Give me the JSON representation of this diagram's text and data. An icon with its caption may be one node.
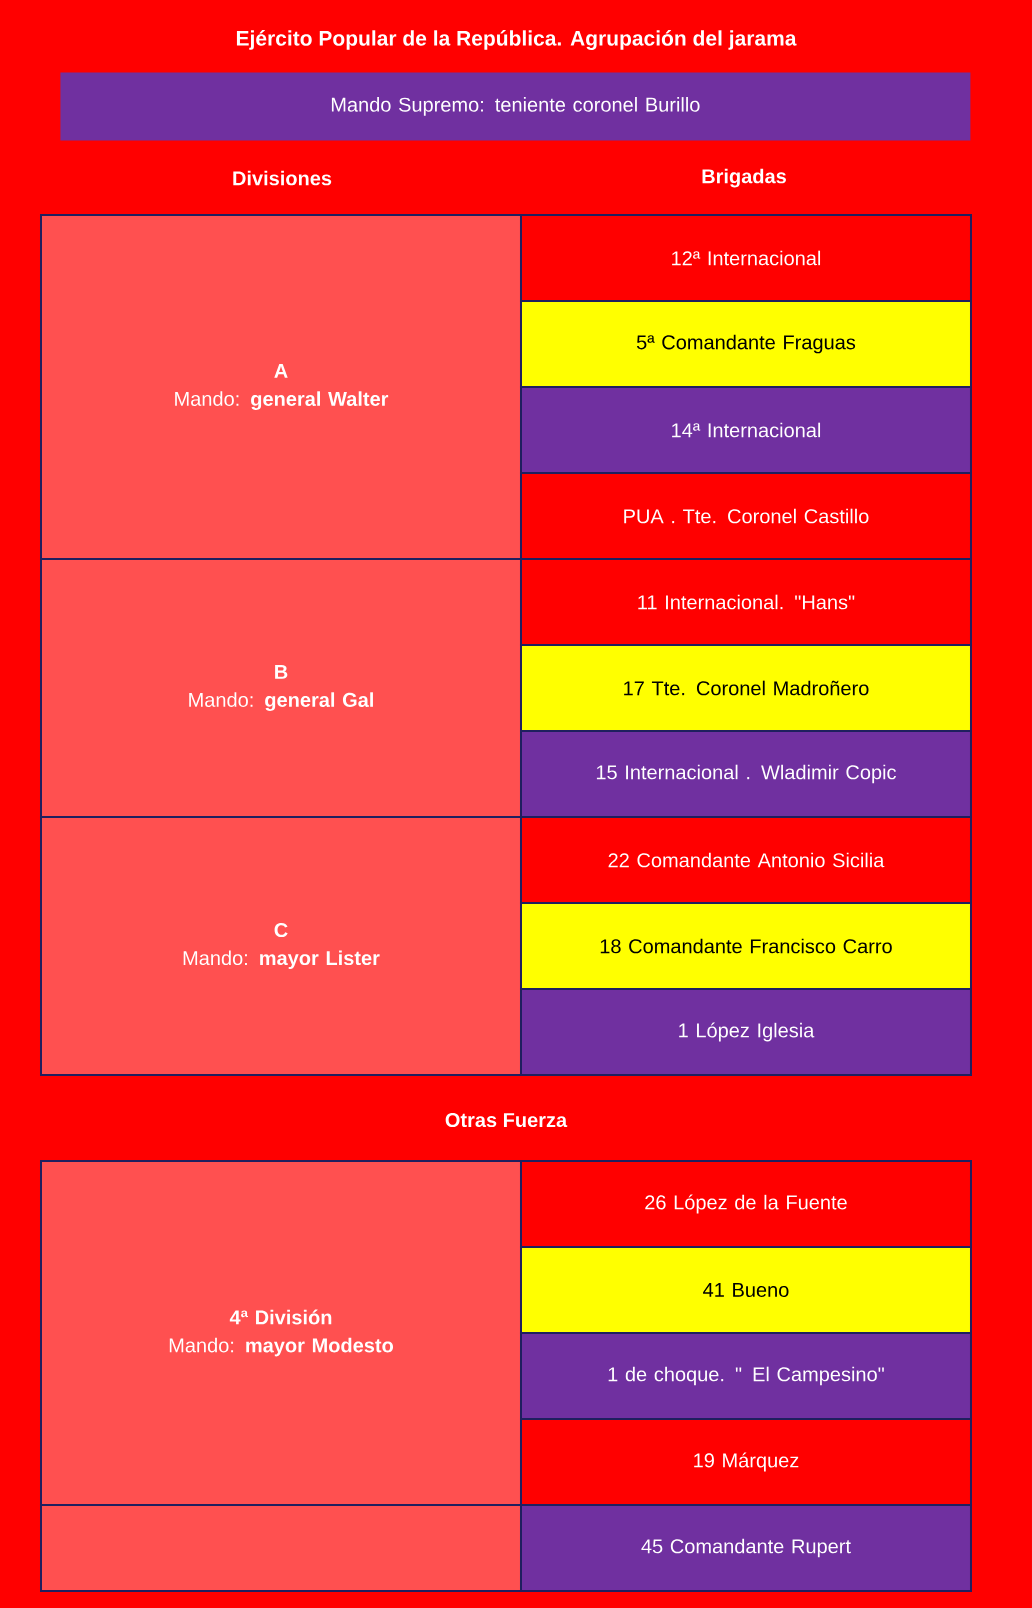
{
  "diagram": {
    "title": "Ejército Popular de la República. Agrupación del jarama",
    "nodes": [
      {
        "text": [
          "Mando Supremo: teniente coronel Burillo"
        ]
      },
      {
        "text": [
          "A",
          "Mando: **general Walter**"
        ]
      },
      {
        "text": [
          "12ª Internacional"
        ]
      },
      {
        "text": [
          "5ª Comandante Fraguas"
        ]
      },
      {
        "text": [
          "14ª Internacional"
        ]
      },
      {
        "text": [
          "PUA . Tte. Coronel Castillo"
        ]
      },
      {
        "text": [
          "B",
          "Mando: **general Gal**"
        ]
      },
      {
        "text": [
          "11 Internacional. \"Hans\""
        ]
      },
      {
        "text": [
          "17  Tte. Coronel Madroñero"
        ]
      },
      {
        "text": [
          "15 Internacional . Wladimir Copic"
        ]
      },
      {
        "text": [
          "C",
          "Mando: **mayor Lister**"
        ]
      },
      {
        "text": [
          "22 Comandante Antonio Sicilia"
        ]
      },
      {
        "text": [
          "18 Comandante Francisco Carro"
        ]
      },
      {
        "text": [
          "1   López Iglesia"
        ]
      },
      {
        "text": [
          "4ª  División",
          "Mando: **mayor Modesto**"
        ]
      },
      {
        "text": [
          "26  López de la Fuente"
        ]
      },
      {
        "text": [
          "41  Bueno"
        ]
      },
      {
        "text": [
          "1 de choque. \" El Campesino\""
        ]
      },
      {
        "text": [
          "19  Márquez"
        ]
      },
      {
        "text": [],
        "shape": "box"
      },
      {
        "text": [
          "45 Comandante Rupert"
        ]
      }
    ],
    "labels": [
      "Divisiones",
      "Brigadas",
      "Otras Fuerza"
    ]
  }
}
